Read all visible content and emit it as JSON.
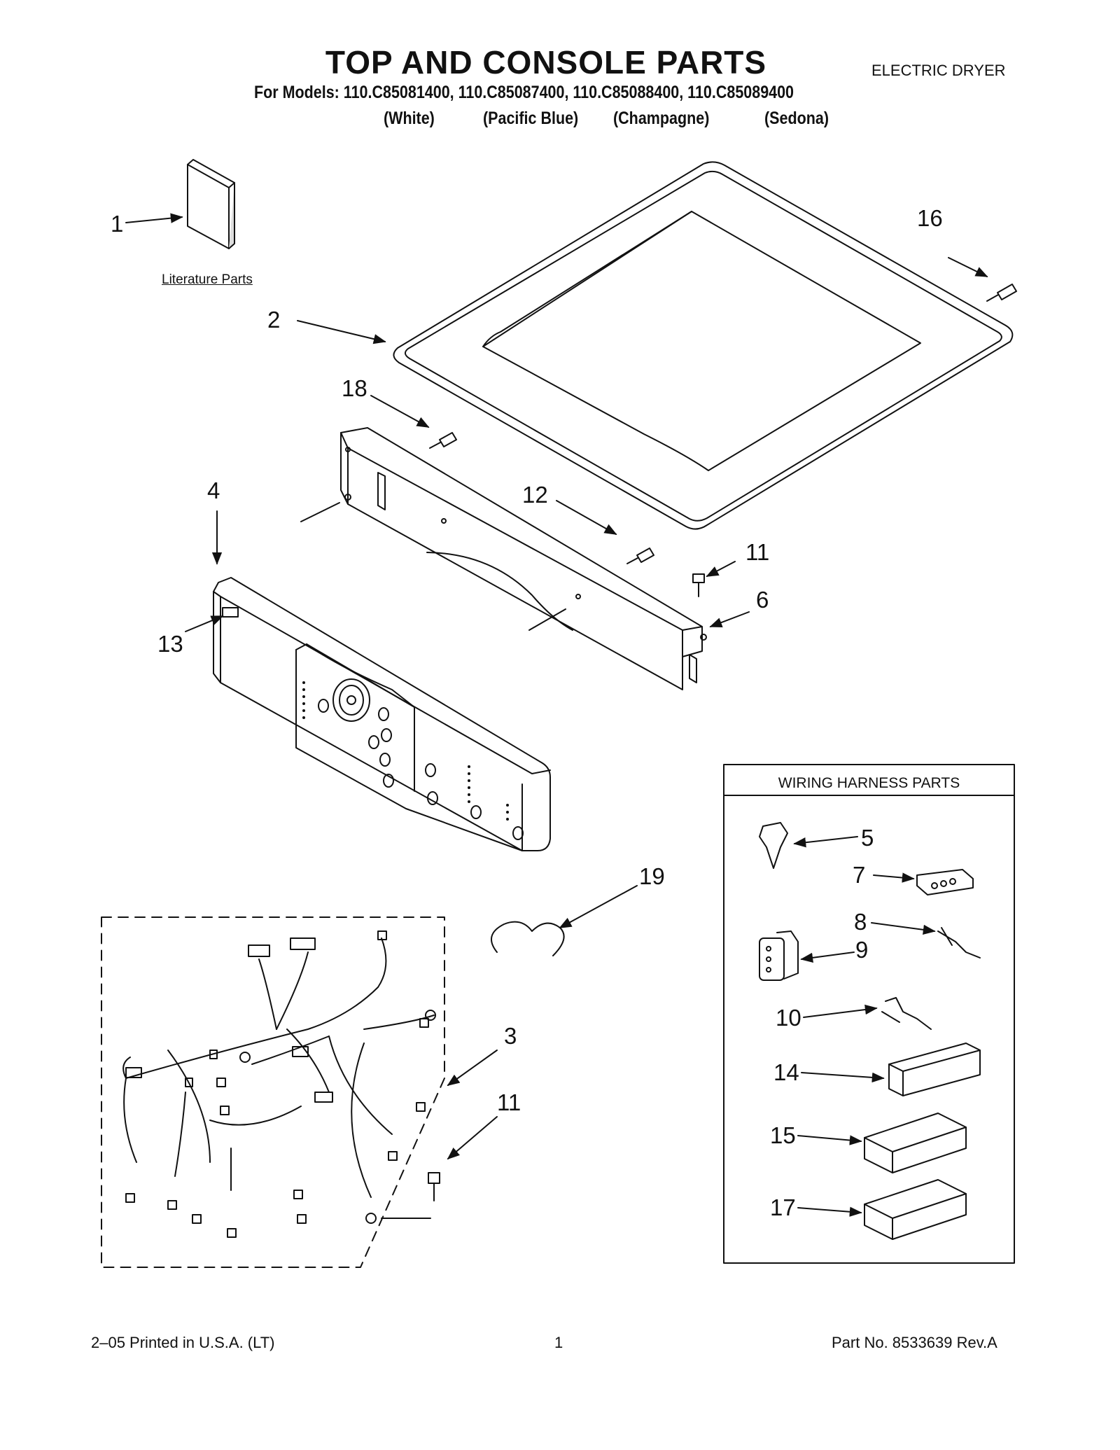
{
  "header": {
    "title": "TOP AND CONSOLE PARTS",
    "product": "ELECTRIC DRYER",
    "models": "For Models: 110.C85081400, 110.C85087400, 110.C85088400, 110.C85089400",
    "colors": [
      "(White)",
      "(Pacific Blue)",
      "(Champagne)",
      "(Sedona)"
    ]
  },
  "diagram": {
    "literature_label": "Literature Parts",
    "wiring_box_title": "WIRING HARNESS PARTS",
    "callouts": {
      "c1": "1",
      "c2": "2",
      "c3": "3",
      "c4": "4",
      "c5": "5",
      "c6": "6",
      "c7": "7",
      "c8": "8",
      "c9": "9",
      "c10": "10",
      "c11a": "11",
      "c11b": "11",
      "c12": "12",
      "c13": "13",
      "c14": "14",
      "c15": "15",
      "c16": "16",
      "c17": "17",
      "c18": "18",
      "c19": "19"
    }
  },
  "footer": {
    "printed": "2–05 Printed in U.S.A. (LT)",
    "page": "1",
    "part_no": "Part No. 8533639 Rev.A"
  }
}
